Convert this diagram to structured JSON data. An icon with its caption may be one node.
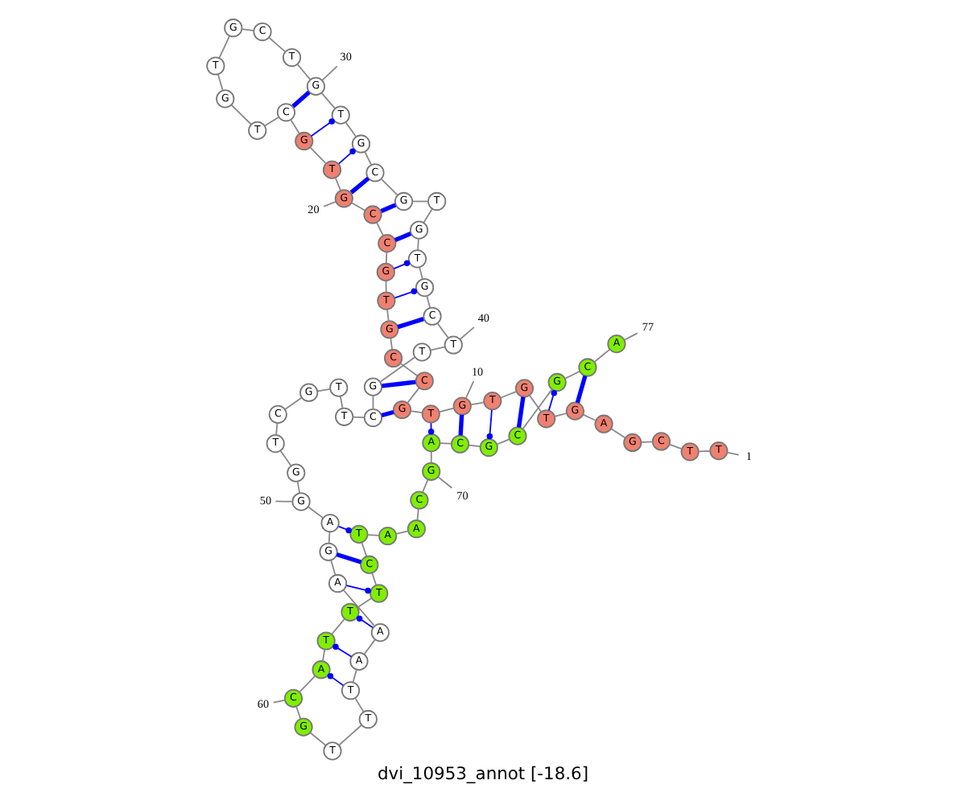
{
  "diagram": {
    "caption": "dvi_10953_annot [-18.6]",
    "nodes": [
      {
        "text": [
          "T"
        ]
      },
      {
        "text": [
          "T"
        ]
      },
      {
        "text": [
          "C"
        ]
      },
      {
        "text": [
          "G"
        ]
      },
      {
        "text": [
          "A"
        ]
      },
      {
        "text": [
          "G"
        ]
      },
      {
        "text": [
          "T"
        ]
      },
      {
        "text": [
          "G"
        ]
      },
      {
        "text": [
          "T"
        ]
      },
      {
        "text": [
          "G"
        ]
      },
      {
        "text": [
          "T"
        ]
      },
      {
        "text": [
          "G"
        ]
      },
      {
        "text": [
          "C"
        ]
      },
      {
        "text": [
          "C"
        ]
      },
      {
        "text": [
          "G"
        ]
      },
      {
        "text": [
          "T"
        ]
      },
      {
        "text": [
          "G"
        ]
      },
      {
        "text": [
          "C"
        ]
      },
      {
        "text": [
          "C"
        ]
      },
      {
        "text": [
          "G"
        ]
      },
      {
        "text": [
          "T"
        ]
      },
      {
        "text": [
          "G"
        ]
      },
      {
        "text": [
          "C"
        ]
      },
      {
        "text": [
          "T"
        ]
      },
      {
        "text": [
          "G"
        ]
      },
      {
        "text": [
          "T"
        ]
      },
      {
        "text": [
          "G"
        ]
      },
      {
        "text": [
          "C"
        ]
      },
      {
        "text": [
          "T"
        ]
      },
      {
        "text": [
          "G"
        ]
      },
      {
        "text": [
          "T"
        ]
      },
      {
        "text": [
          "G"
        ]
      },
      {
        "text": [
          "C"
        ]
      },
      {
        "text": [
          "G"
        ]
      },
      {
        "text": [
          "T"
        ]
      },
      {
        "text": [
          "G"
        ]
      },
      {
        "text": [
          "T"
        ]
      },
      {
        "text": [
          "G"
        ]
      },
      {
        "text": [
          "C"
        ]
      },
      {
        "text": [
          "T"
        ]
      },
      {
        "text": [
          "T"
        ]
      },
      {
        "text": [
          "G"
        ]
      },
      {
        "text": [
          "C"
        ]
      },
      {
        "text": [
          "T"
        ]
      },
      {
        "text": [
          "T"
        ]
      },
      {
        "text": [
          "G"
        ]
      },
      {
        "text": [
          "C"
        ]
      },
      {
        "text": [
          "T"
        ]
      },
      {
        "text": [
          "G"
        ]
      },
      {
        "text": [
          "G"
        ]
      },
      {
        "text": [
          "A"
        ]
      },
      {
        "text": [
          "G"
        ]
      },
      {
        "text": [
          "A"
        ]
      },
      {
        "text": [
          "A"
        ]
      },
      {
        "text": [
          "A"
        ]
      },
      {
        "text": [
          "T"
        ]
      },
      {
        "text": [
          "T"
        ]
      },
      {
        "text": [
          "T"
        ]
      },
      {
        "text": [
          "G"
        ]
      },
      {
        "text": [
          "C"
        ]
      },
      {
        "text": [
          "A"
        ]
      },
      {
        "text": [
          "T"
        ]
      },
      {
        "text": [
          "T"
        ]
      },
      {
        "text": [
          "T"
        ]
      },
      {
        "text": [
          "C"
        ]
      },
      {
        "text": [
          "T"
        ]
      },
      {
        "text": [
          "A"
        ]
      },
      {
        "text": [
          "A"
        ]
      },
      {
        "text": [
          "C"
        ]
      },
      {
        "text": [
          "G"
        ]
      },
      {
        "text": [
          "A"
        ]
      },
      {
        "text": [
          "C"
        ]
      },
      {
        "text": [
          "G"
        ]
      },
      {
        "text": [
          "C"
        ]
      },
      {
        "text": [
          "G"
        ]
      },
      {
        "text": [
          "C"
        ]
      },
      {
        "text": [
          "A"
        ]
      },
      {
        "text": [
          "1"
        ]
      },
      {
        "text": [
          "10"
        ]
      },
      {
        "text": [
          "20"
        ]
      },
      {
        "text": [
          "30"
        ]
      },
      {
        "text": [
          "40"
        ]
      },
      {
        "text": [
          "50"
        ]
      },
      {
        "text": [
          "60"
        ]
      },
      {
        "text": [
          "70"
        ]
      },
      {
        "text": [
          "77"
        ]
      }
    ],
    "edges": [
      {
        "from": 0,
        "to": 1,
        "arrow": "none"
      },
      {
        "from": 1,
        "to": 2,
        "arrow": "none"
      },
      {
        "from": 2,
        "to": 3,
        "arrow": "none"
      },
      {
        "from": 3,
        "to": 4,
        "arrow": "none"
      },
      {
        "from": 4,
        "to": 5,
        "arrow": "none"
      },
      {
        "from": 5,
        "to": 6,
        "arrow": "none"
      },
      {
        "from": 6,
        "to": 7,
        "arrow": "none"
      },
      {
        "from": 7,
        "to": 8,
        "arrow": "none"
      },
      {
        "from": 8,
        "to": 9,
        "arrow": "none"
      },
      {
        "from": 9,
        "to": 10,
        "arrow": "none"
      },
      {
        "from": 10,
        "to": 11,
        "arrow": "none"
      },
      {
        "from": 11,
        "to": 12,
        "arrow": "none"
      },
      {
        "from": 12,
        "to": 13,
        "arrow": "none"
      },
      {
        "from": 13,
        "to": 14,
        "arrow": "none"
      },
      {
        "from": 14,
        "to": 15,
        "arrow": "none"
      },
      {
        "from": 15,
        "to": 16,
        "arrow": "none"
      },
      {
        "from": 16,
        "to": 17,
        "arrow": "none"
      },
      {
        "from": 17,
        "to": 18,
        "arrow": "none"
      },
      {
        "from": 18,
        "to": 19,
        "arrow": "none"
      },
      {
        "from": 19,
        "to": 20,
        "arrow": "none"
      },
      {
        "from": 20,
        "to": 21,
        "arrow": "none"
      },
      {
        "from": 21,
        "to": 22,
        "arrow": "none"
      },
      {
        "from": 22,
        "to": 23,
        "arrow": "none"
      },
      {
        "from": 23,
        "to": 24,
        "arrow": "none"
      },
      {
        "from": 24,
        "to": 25,
        "arrow": "none"
      },
      {
        "from": 25,
        "to": 26,
        "arrow": "none"
      },
      {
        "from": 26,
        "to": 27,
        "arrow": "none"
      },
      {
        "from": 27,
        "to": 28,
        "arrow": "none"
      },
      {
        "from": 28,
        "to": 29,
        "arrow": "none"
      },
      {
        "from": 29,
        "to": 30,
        "arrow": "none"
      },
      {
        "from": 30,
        "to": 31,
        "arrow": "none"
      },
      {
        "from": 31,
        "to": 32,
        "arrow": "none"
      },
      {
        "from": 32,
        "to": 33,
        "arrow": "none"
      },
      {
        "from": 33,
        "to": 34,
        "arrow": "none"
      },
      {
        "from": 34,
        "to": 35,
        "arrow": "none"
      },
      {
        "from": 35,
        "to": 36,
        "arrow": "none"
      },
      {
        "from": 36,
        "to": 37,
        "arrow": "none"
      },
      {
        "from": 37,
        "to": 38,
        "arrow": "none"
      },
      {
        "from": 38,
        "to": 39,
        "arrow": "none"
      },
      {
        "from": 39,
        "to": 40,
        "arrow": "none"
      },
      {
        "from": 40,
        "to": 41,
        "arrow": "none"
      },
      {
        "from": 41,
        "to": 42,
        "arrow": "none"
      },
      {
        "from": 42,
        "to": 43,
        "arrow": "none"
      },
      {
        "from": 43,
        "to": 44,
        "arrow": "none"
      },
      {
        "from": 44,
        "to": 45,
        "arrow": "none"
      },
      {
        "from": 45,
        "to": 46,
        "arrow": "none"
      },
      {
        "from": 46,
        "to": 47,
        "arrow": "none"
      },
      {
        "from": 47,
        "to": 48,
        "arrow": "none"
      },
      {
        "from": 48,
        "to": 49,
        "arrow": "none"
      },
      {
        "from": 49,
        "to": 50,
        "arrow": "none"
      },
      {
        "from": 50,
        "to": 51,
        "arrow": "none"
      },
      {
        "from": 51,
        "to": 52,
        "arrow": "none"
      },
      {
        "from": 52,
        "to": 53,
        "arrow": "none"
      },
      {
        "from": 53,
        "to": 54,
        "arrow": "none"
      },
      {
        "from": 54,
        "to": 55,
        "arrow": "none"
      },
      {
        "from": 55,
        "to": 56,
        "arrow": "none"
      },
      {
        "from": 56,
        "to": 57,
        "arrow": "none"
      },
      {
        "from": 57,
        "to": 58,
        "arrow": "none"
      },
      {
        "from": 58,
        "to": 59,
        "arrow": "none"
      },
      {
        "from": 59,
        "to": 60,
        "arrow": "none"
      },
      {
        "from": 60,
        "to": 61,
        "arrow": "none"
      },
      {
        "from": 61,
        "to": 62,
        "arrow": "none"
      },
      {
        "from": 62,
        "to": 63,
        "arrow": "none"
      },
      {
        "from": 63,
        "to": 64,
        "arrow": "none"
      },
      {
        "from": 64,
        "to": 65,
        "arrow": "none"
      },
      {
        "from": 65,
        "to": 66,
        "arrow": "none"
      },
      {
        "from": 66,
        "to": 67,
        "arrow": "none"
      },
      {
        "from": 67,
        "to": 68,
        "arrow": "none"
      },
      {
        "from": 68,
        "to": 69,
        "arrow": "none"
      },
      {
        "from": 69,
        "to": 70,
        "arrow": "none"
      },
      {
        "from": 70,
        "to": 71,
        "arrow": "none"
      },
      {
        "from": 71,
        "to": 72,
        "arrow": "none"
      },
      {
        "from": 72,
        "to": 73,
        "arrow": "none"
      },
      {
        "from": 73,
        "to": 74,
        "arrow": "none"
      },
      {
        "from": 74,
        "to": 75,
        "arrow": "none"
      },
      {
        "from": 75,
        "to": 76,
        "arrow": "none"
      },
      {
        "from": 5,
        "to": 75,
        "arrow": "none",
        "style": "thick",
        "color": "#0000ff"
      },
      {
        "from": 6,
        "to": 74,
        "arrow": "other",
        "color": "#0000ff"
      },
      {
        "from": 7,
        "to": 73,
        "arrow": "none",
        "style": "thick",
        "color": "#0000ff"
      },
      {
        "from": 8,
        "to": 72,
        "arrow": "other",
        "color": "#0000ff"
      },
      {
        "from": 9,
        "to": 71,
        "arrow": "none",
        "style": "thick",
        "color": "#0000ff"
      },
      {
        "from": 10,
        "to": 70,
        "arrow": "other",
        "color": "#0000ff"
      },
      {
        "from": 11,
        "to": 42,
        "arrow": "none",
        "style": "thick",
        "color": "#0000ff"
      },
      {
        "from": 12,
        "to": 41,
        "arrow": "none",
        "style": "thick",
        "color": "#0000ff"
      },
      {
        "from": 14,
        "to": 38,
        "arrow": "none",
        "style": "thick",
        "color": "#0000ff"
      },
      {
        "from": 15,
        "to": 37,
        "arrow": "other",
        "color": "#0000ff"
      },
      {
        "from": 16,
        "to": 36,
        "arrow": "other",
        "color": "#0000ff"
      },
      {
        "from": 17,
        "to": 35,
        "arrow": "none",
        "style": "thick",
        "color": "#0000ff"
      },
      {
        "from": 18,
        "to": 33,
        "arrow": "none",
        "style": "thick",
        "color": "#0000ff"
      },
      {
        "from": 19,
        "to": 32,
        "arrow": "none",
        "style": "thick",
        "color": "#0000ff"
      },
      {
        "from": 20,
        "to": 31,
        "arrow": "other",
        "color": "#0000ff"
      },
      {
        "from": 21,
        "to": 30,
        "arrow": "other",
        "color": "#0000ff"
      },
      {
        "from": 22,
        "to": 29,
        "arrow": "none",
        "style": "thick",
        "color": "#0000ff"
      },
      {
        "from": 50,
        "to": 65,
        "arrow": "other",
        "color": "#0000ff"
      },
      {
        "from": 51,
        "to": 64,
        "arrow": "none",
        "style": "thick",
        "color": "#0000ff"
      },
      {
        "from": 52,
        "to": 63,
        "arrow": "other",
        "color": "#0000ff"
      },
      {
        "from": 53,
        "to": 62,
        "arrow": "other",
        "color": "#0000ff"
      },
      {
        "from": 54,
        "to": 61,
        "arrow": "other",
        "color": "#0000ff"
      },
      {
        "from": 55,
        "to": 60,
        "arrow": "other",
        "color": "#0000ff"
      },
      {
        "from": 77,
        "to": 0,
        "arrow": "none"
      },
      {
        "from": 78,
        "to": 9,
        "arrow": "none"
      },
      {
        "from": 79,
        "to": 19,
        "arrow": "none"
      },
      {
        "from": 80,
        "to": 29,
        "arrow": "none"
      },
      {
        "from": 81,
        "to": 39,
        "arrow": "none"
      },
      {
        "from": 82,
        "to": 49,
        "arrow": "none"
      },
      {
        "from": 83,
        "to": 59,
        "arrow": "none"
      },
      {
        "from": 84,
        "to": 69,
        "arrow": "none"
      },
      {
        "from": 85,
        "to": 76,
        "arrow": "none"
      }
    ]
  }
}
